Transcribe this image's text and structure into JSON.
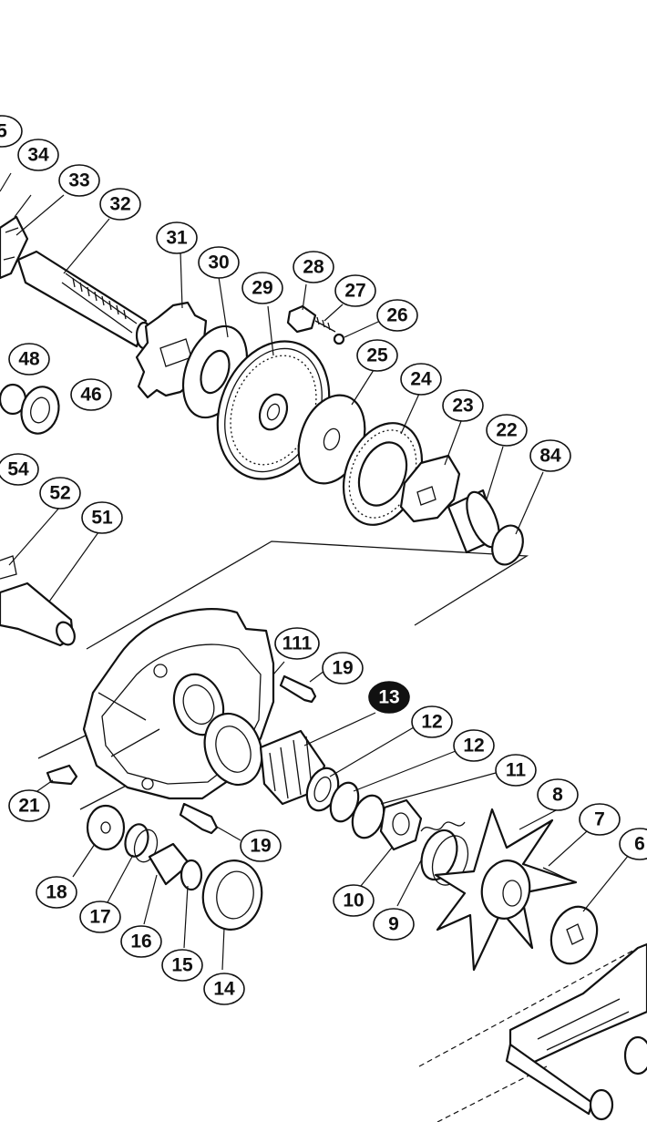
{
  "diagram": {
    "callouts": [
      {
        "label": "5"
      },
      {
        "label": "34"
      },
      {
        "label": "33"
      },
      {
        "label": "32"
      },
      {
        "label": "31"
      },
      {
        "label": "30"
      },
      {
        "label": "28"
      },
      {
        "label": "29"
      },
      {
        "label": "27"
      },
      {
        "label": "26"
      },
      {
        "label": "48"
      },
      {
        "label": "46"
      },
      {
        "label": "25"
      },
      {
        "label": "24"
      },
      {
        "label": "23"
      },
      {
        "label": "22"
      },
      {
        "label": "84"
      },
      {
        "label": "54"
      },
      {
        "label": "52"
      },
      {
        "label": "51"
      },
      {
        "label": "111"
      },
      {
        "label": "19"
      },
      {
        "label": "13"
      },
      {
        "label": "12"
      },
      {
        "label": "12"
      },
      {
        "label": "11"
      },
      {
        "label": "8"
      },
      {
        "label": "7"
      },
      {
        "label": "6"
      },
      {
        "label": "21"
      },
      {
        "label": "19"
      },
      {
        "label": "18"
      },
      {
        "label": "17"
      },
      {
        "label": "16"
      },
      {
        "label": "15"
      },
      {
        "label": "14"
      },
      {
        "label": "10"
      },
      {
        "label": "9"
      }
    ],
    "highlighted_part": "13",
    "colors": {
      "ink": "#111111",
      "paper": "#ffffff"
    }
  }
}
